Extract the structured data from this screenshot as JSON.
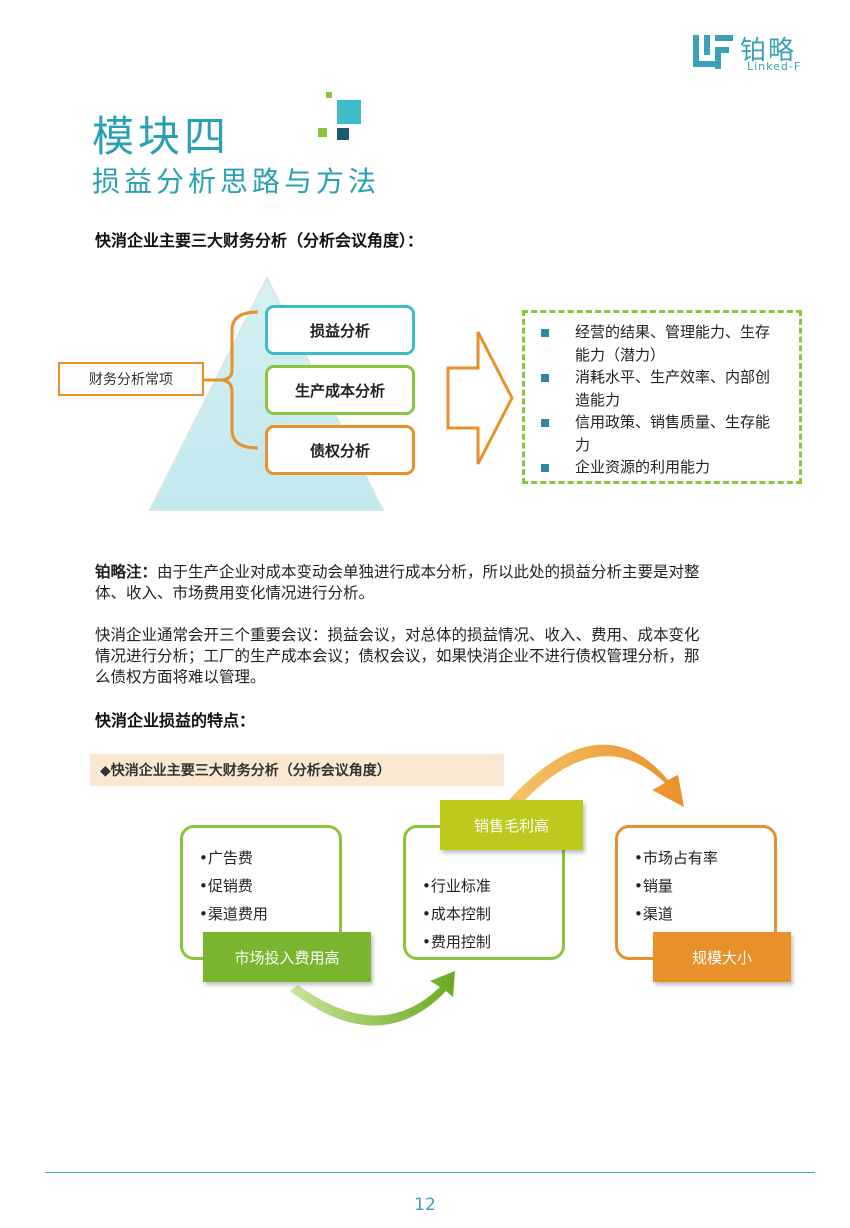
{
  "logo": {
    "cn": "铂略",
    "en": "Linked-F"
  },
  "title": {
    "main": "模块四",
    "sub": "损益分析思路与方法"
  },
  "section1": {
    "heading": "快消企业主要三大财务分析（分析会议角度）：",
    "finance_label": "财务分析常项",
    "pyramid_items": [
      "损益分析",
      "生产成本分析",
      "债权分析"
    ],
    "bullets": [
      [
        "经营的结果、管理能力、生存",
        "能力（潜力）"
      ],
      [
        "消耗水平、生产效率、内部创",
        "造能力"
      ],
      [
        "信用政策、销售质量、生存能",
        "力"
      ],
      [
        "企业资源的利用能力"
      ]
    ]
  },
  "note": {
    "label": "铂略注：",
    "line1": "由于生产企业对成本变动会单独进行成本分析，所以此处的损益分析主要是对整",
    "line2": "体、收入、市场费用变化情况进行分析。"
  },
  "para2": {
    "line1": "快消企业通常会开三个重要会议：损益会议，对总体的损益情况、收入、费用、成本变化",
    "line2": "情况进行分析；工厂的生产成本会议；债权会议，如果快消企业不进行债权管理分析，那",
    "line3": "么债权方面将难以管理。"
  },
  "section2": {
    "heading": "快消企业损益的特点：",
    "banner": "◆快消企业主要三大财务分析（分析会议角度）",
    "card1": {
      "items": [
        "•广告费",
        "•促销费",
        "•渠道费用"
      ],
      "label": "市场投入费用高"
    },
    "card2": {
      "items": [
        "•行业标准",
        "•成本控制",
        "•费用控制"
      ],
      "label": "销售毛利高"
    },
    "card3": {
      "items": [
        "•市场占有率",
        "•销量",
        "•渠道"
      ],
      "label": "规模大小"
    }
  },
  "colors": {
    "teal": "#3dbdc8",
    "green": "#8bc43d",
    "orange": "#e8902a",
    "title": "#2aa0b4"
  },
  "page_number": "12"
}
